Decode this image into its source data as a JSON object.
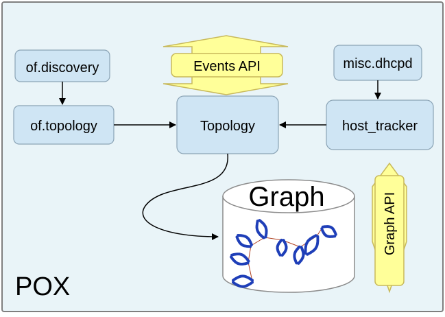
{
  "diagram": {
    "container_label": "POX",
    "nodes": {
      "of_discovery": "of.discovery",
      "of_topology": "of.topology",
      "topology": "Topology",
      "host_tracker": "host_tracker",
      "misc_dhcpd": "misc.dhcpd"
    },
    "apis": {
      "events": "Events API",
      "graph": "Graph API"
    },
    "graph_store_label": "Graph",
    "colors": {
      "frame_fill": "#e9f4f8",
      "frame_border": "#7f7f7f",
      "node_fill": "#cfe5f4",
      "node_border": "#8aa3b5",
      "api_fill": "#ffff99",
      "api_border": "#c8b95a",
      "graph_dots": "#1f3fb8",
      "graph_edges": "#b04020"
    }
  }
}
